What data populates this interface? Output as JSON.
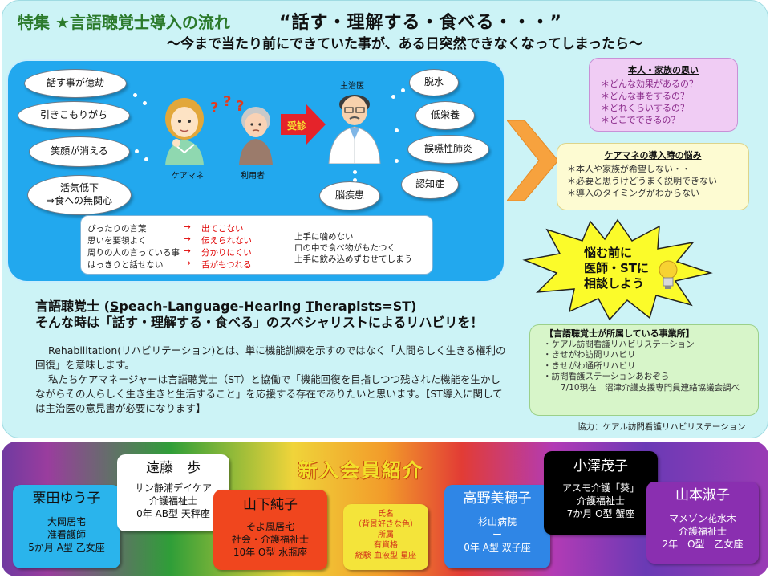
{
  "top": {
    "tag": "特集 ★言語聴覚士導入の流れ",
    "headline": "“話す・理解する・食べる・・・”",
    "subhead": "～今まで当たり前にできていた事が、ある日突然できなくなってしまったら～"
  },
  "scene": {
    "left_clouds": [
      "話す事が億劫",
      "引きこもりがち",
      "笑顔が消える",
      "活気低下\n⇒食への無関心"
    ],
    "right_clouds": [
      "脱水",
      "低栄養",
      "誤嚥性肺炎",
      "認知症",
      "脳疾患"
    ],
    "caremanager_label": "ケアマネ",
    "user_label": "利用者",
    "doctor_label": "主治医",
    "arrow_label": "受診",
    "marks": "?",
    "symptoms": [
      {
        "cause": "ぴったりの言葉",
        "result": "出てこない"
      },
      {
        "cause": "思いを要領よく",
        "result": "伝えられない"
      },
      {
        "cause": "周りの人の言っている事",
        "result": "分かりにくい"
      },
      {
        "cause": "はっきりと話せない",
        "result": "舌がもつれる"
      }
    ],
    "arrow": "→",
    "eating": [
      "上手に噛めない",
      "口の中で食べ物がもたつく",
      "上手に飲み込めずむせてしまう"
    ]
  },
  "st": {
    "title_prefix": "言語聴覚士 (",
    "S": "S",
    "speach": "peach-Language-Hearing ",
    "T": "T",
    "herapists": "herapists=ST)",
    "title2": "そんな時は「話す・理解する・食べる」のスペシャリストによるリハビリを！",
    "body1": "Rehabilitation(リハビリテーション)とは、単に機能訓練を示すのではなく「人間らしく生きる権利の回復」を意味します。",
    "body2": "私たちケアマネージャーは言語聴覚士（ST）と協働で「機能回復を目指しつつ残された機能を生かしながらその人らしく生き生きと生活すること」を応援する存在でありたいと思います。【ST導入に関しては主治医の意見書が必要になります】"
  },
  "feelings": {
    "title": "本人・家族の思い",
    "items": [
      "＊どんな効果があるの？",
      "＊どんな事をするの？",
      "＊どれくらいするの？",
      "＊どこでできるの？"
    ]
  },
  "worries": {
    "title": "ケアマネの導入時の悩み",
    "items": [
      "＊本人や家族が希望しない・・",
      "＊必要と思うけどうまく説明できない",
      "＊導入のタイミングがわからない"
    ]
  },
  "burst": {
    "line1": "悩む前に",
    "line2": "医師・STに",
    "line3": "相談しよう"
  },
  "offices": {
    "title": "【言語聴覚士が所属している事業所】",
    "items": [
      "・ケアル訪問看護リハビリステーション",
      "・きせがわ訪問リハビリ",
      "・きせがわ通所リハビリ",
      "・訪問看護ステーションあおぞら"
    ],
    "note": "7/10現在　沼津介護支援専門員連絡協議会調べ"
  },
  "credit": "協力：ケアル訪問看護リハビリステーション",
  "band": {
    "title": "新入会員紹介",
    "members": [
      {
        "name": "栗田ゆう子",
        "lines": [
          "大岡居宅",
          "准看護師",
          "5か月 A型 乙女座"
        ]
      },
      {
        "name": "遠藤　歩",
        "lines": [
          "サン静浦デイケア",
          "介護福祉士",
          "0年 AB型 天秤座"
        ]
      },
      {
        "name": "山下純子",
        "lines": [
          "そよ風居宅",
          "社会・介護福祉士",
          "10年 O型 水瓶座"
        ]
      },
      {
        "name": "",
        "lines": [
          "氏名",
          "（背景好きな色）",
          "所属",
          "有資格",
          "経験 血液型 星座"
        ]
      },
      {
        "name": "高野美穂子",
        "lines": [
          "杉山病院",
          "ー",
          "0年 A型 双子座"
        ]
      },
      {
        "name": "小澤茂子",
        "lines": [
          "アスモ介護「葵」",
          "介護福祉士",
          "7か月 O型 蟹座"
        ]
      },
      {
        "name": "山本淑子",
        "lines": [
          "マメゾン花水木",
          "介護福祉士",
          "2年　O型　乙女座"
        ]
      }
    ]
  },
  "colors": {
    "scene_blue": "#22a8ee",
    "arrow_red": "#e00000",
    "accent_orange": "#f7a23e",
    "card_kurita": "#2ab4ec",
    "card_endo": "#ffffff",
    "card_yamashita": "#f0461e",
    "card_legend": "#f4e43a",
    "card_takano": "#2f86e6",
    "card_ozawa": "#000000",
    "card_yamamoto": "#8a2fb0"
  }
}
